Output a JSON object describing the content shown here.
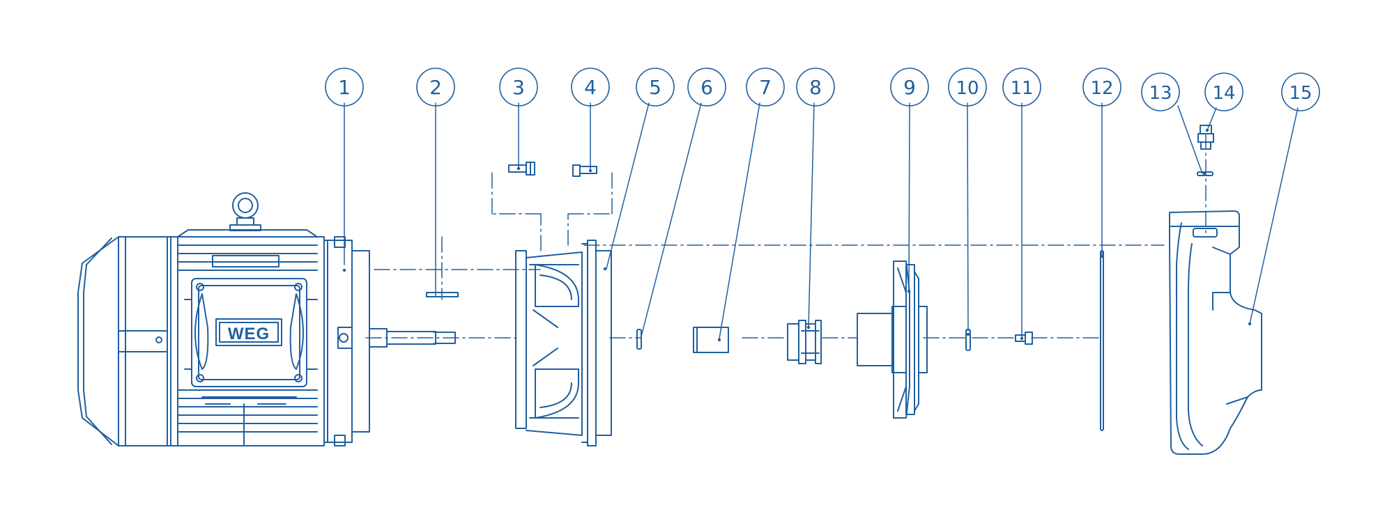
{
  "colors": {
    "line": "#1f5f9e",
    "background": "#ffffff"
  },
  "callouts": [
    {
      "label": "1"
    },
    {
      "label": "2"
    },
    {
      "label": "3"
    },
    {
      "label": "4"
    },
    {
      "label": "5"
    },
    {
      "label": "6"
    },
    {
      "label": "7"
    },
    {
      "label": "8"
    },
    {
      "label": "9"
    },
    {
      "label": "10"
    },
    {
      "label": "11"
    },
    {
      "label": "12"
    },
    {
      "label": "13"
    },
    {
      "label": "14"
    },
    {
      "label": "15"
    }
  ],
  "motor": {
    "brand": "WEG"
  }
}
